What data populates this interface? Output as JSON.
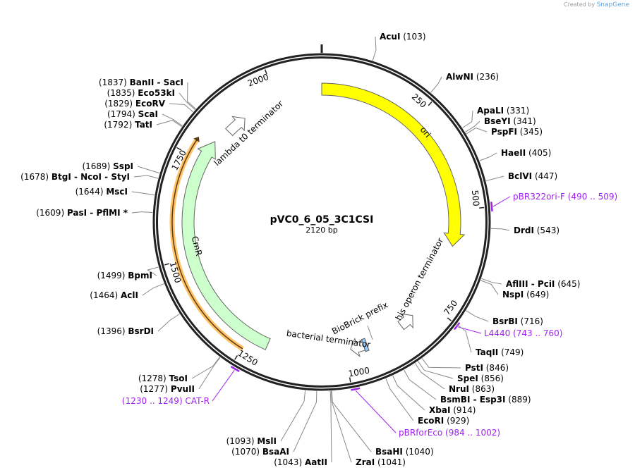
{
  "credit": {
    "prefix": "Created by",
    "brand": "SnapGene"
  },
  "plasmid": {
    "name": "pVC0_6_05_3C1CSI",
    "length_label": "2120 bp",
    "length": 2120
  },
  "ticks": [
    "250",
    "500",
    "750",
    "1000",
    "1250",
    "1500",
    "1750",
    "2000"
  ],
  "features": [
    {
      "name": "ori",
      "start": 0,
      "end": 592,
      "color": "#ffff00",
      "direction": "forward"
    },
    {
      "name": "CmR",
      "start": 1200,
      "end": 1808,
      "color": "#ccffcc",
      "direction": "forward"
    },
    {
      "name": "lambda t0 terminator",
      "start": 1850,
      "end": 1905,
      "color": "#ffffff",
      "direction": "forward"
    },
    {
      "name": "his operon terminator",
      "start": 800,
      "end": 840,
      "color": "#ffffff",
      "direction": "reverse"
    },
    {
      "name": "bacterial terminator",
      "start": 950,
      "end": 985,
      "color": "#ffffff",
      "direction": "forward"
    },
    {
      "name": "BioBrick prefix",
      "start": 941,
      "end": 950,
      "color": "#99ccff",
      "direction": "none"
    },
    {
      "name": "",
      "start": 1248,
      "end": 1795,
      "color": "#ffc266",
      "direction": "forward"
    }
  ],
  "primers": [
    {
      "name": "pBR322ori-F",
      "range": "(490 .. 509)",
      "start": 490,
      "end": 509
    },
    {
      "name": "L4440",
      "range": "(743 .. 760)",
      "start": 743,
      "end": 760
    },
    {
      "name": "pBRforEco",
      "range": "(984 .. 1002)",
      "start": 984,
      "end": 1002
    },
    {
      "name": "CAT-R",
      "range": "(1230 .. 1249)",
      "start": 1230,
      "end": 1249
    }
  ],
  "enzymes": [
    {
      "name": "AcuI",
      "pos": 103
    },
    {
      "name": "AlwNI",
      "pos": 236
    },
    {
      "name": "ApaLI",
      "pos": 331
    },
    {
      "name": "BseYI",
      "pos": 341
    },
    {
      "name": "PspFI",
      "pos": 345
    },
    {
      "name": "HaeII",
      "pos": 405
    },
    {
      "name": "BclVI",
      "pos": 447
    },
    {
      "name": "DrdI",
      "pos": 543
    },
    {
      "name": "AflIII  - PciI",
      "pos": 645
    },
    {
      "name": "NspI",
      "pos": 649
    },
    {
      "name": "BsrBI",
      "pos": 716
    },
    {
      "name": "TaqII",
      "pos": 749
    },
    {
      "name": "PstI",
      "pos": 846
    },
    {
      "name": "SpeI",
      "pos": 856
    },
    {
      "name": "NruI",
      "pos": 863
    },
    {
      "name": "BsmBI  - Esp3I",
      "pos": 889
    },
    {
      "name": "XbaI",
      "pos": 914
    },
    {
      "name": "EcoRI",
      "pos": 929
    },
    {
      "name": "BsaHI",
      "pos": 1040
    },
    {
      "name": "ZraI",
      "pos": 1041
    },
    {
      "name": "AatII",
      "pos": 1043
    },
    {
      "name": "BsaAI",
      "pos": 1070
    },
    {
      "name": "MslI",
      "pos": 1093
    },
    {
      "name": "PvuII",
      "pos": 1277
    },
    {
      "name": "TsoI",
      "pos": 1278
    },
    {
      "name": "BsrDI",
      "pos": 1396
    },
    {
      "name": "AclI",
      "pos": 1464
    },
    {
      "name": "BpmI",
      "pos": 1499
    },
    {
      "name": "PasI  - PflMI *",
      "pos": 1609
    },
    {
      "name": "MscI",
      "pos": 1644
    },
    {
      "name": "BtgI  - NcoI  - StyI",
      "pos": 1678
    },
    {
      "name": "SspI",
      "pos": 1689
    },
    {
      "name": "TatI",
      "pos": 1792
    },
    {
      "name": "ScaI",
      "pos": 1794
    },
    {
      "name": "EcoRV",
      "pos": 1829
    },
    {
      "name": "Eco53kI",
      "pos": 1835
    },
    {
      "name": "BanII  - SacI",
      "pos": 1837
    }
  ],
  "colors": {
    "backbone": "#222222",
    "primer": "#a020f0",
    "leader": "#888888"
  }
}
